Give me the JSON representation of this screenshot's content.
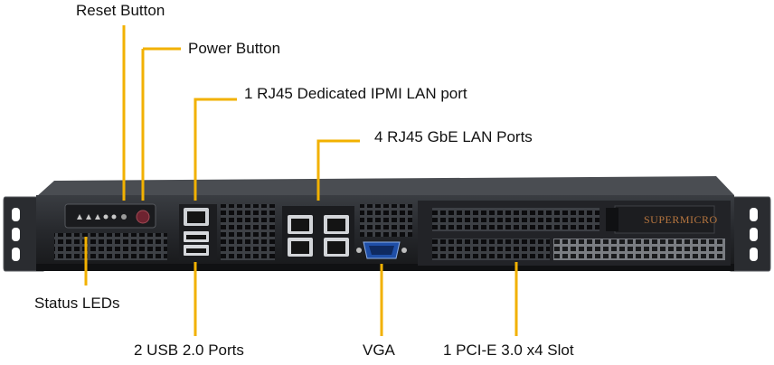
{
  "labels": {
    "reset_button": "Reset Button",
    "power_button": "Power Button",
    "ipmi_port": "1 RJ45 Dedicated IPMI LAN port",
    "gbe_ports": "4 RJ45 GbE LAN Ports",
    "status_leds": "Status LEDs",
    "usb_ports": "2 USB 2.0 Ports",
    "vga": "VGA",
    "pcie_slot": "1 PCI-E 3.0 x4 Slot"
  },
  "brand": {
    "logo_text": "SUPERMICRO"
  },
  "colors": {
    "leader": "#f2b100",
    "chassis": "#2b2d31",
    "panel": "#1b1c1f",
    "vga_port": "#1f4fa8",
    "logo": "#b7763f"
  }
}
